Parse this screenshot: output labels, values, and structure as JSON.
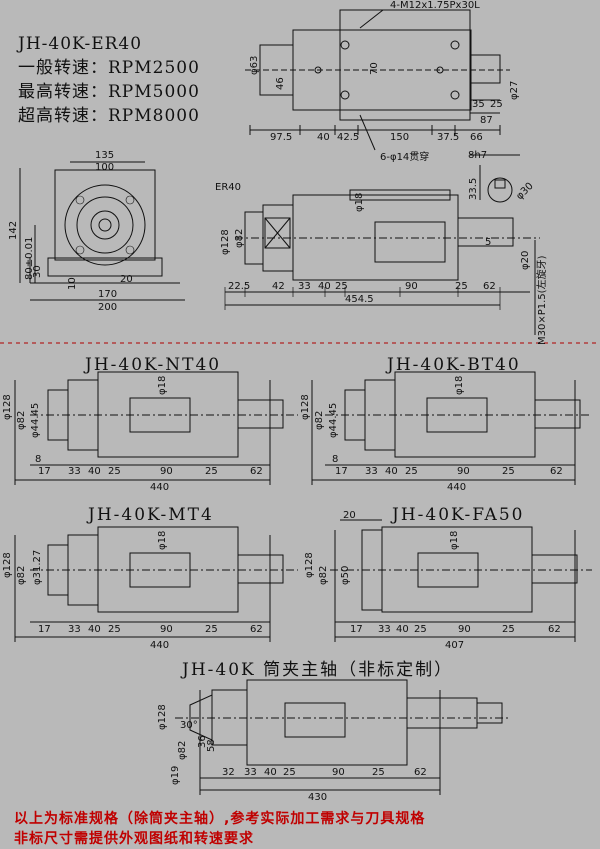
{
  "specs": {
    "model": "JH-40K-ER40",
    "general_speed": "一般转速：RPM2500",
    "max_speed": "最高转速：RPM5000",
    "super_speed": "超高转速：RPM8000"
  },
  "top_view": {
    "callout_thread": "4-M12x1.75Px30L",
    "callout_holes": "6-φ14贯穿",
    "dims": [
      "φ63",
      "46",
      "70",
      "35",
      "25",
      "φ27",
      "97.5",
      "40",
      "42.5",
      "150",
      "37.5",
      "87",
      "66"
    ]
  },
  "end_view": {
    "dims": [
      "135",
      "100",
      "142",
      "80±0.01",
      "30",
      "10",
      "20",
      "170",
      "200"
    ]
  },
  "key_section": {
    "dims": [
      "8h7",
      "33.5",
      "φ30",
      "5",
      "φ20",
      "M30×P1.5(左旋牙)"
    ]
  },
  "er40_side": {
    "label": "ER40",
    "dims": [
      "φ128",
      "φ82",
      "φ18",
      "22.5",
      "42",
      "33",
      "40",
      "25",
      "90",
      "25",
      "62",
      "454.5"
    ]
  },
  "variants": [
    {
      "title": "JH-40K-NT40",
      "dims": [
        "φ128",
        "φ82",
        "φ44.45",
        "φ18",
        "8",
        "17",
        "33",
        "40",
        "25",
        "90",
        "25",
        "62",
        "440"
      ]
    },
    {
      "title": "JH-40K-BT40",
      "dims": [
        "φ128",
        "φ82",
        "φ44.45",
        "φ18",
        "8",
        "17",
        "33",
        "40",
        "25",
        "90",
        "25",
        "62",
        "440"
      ]
    },
    {
      "title": "JH-40K-MT4",
      "dims": [
        "φ128",
        "φ82",
        "φ31.27",
        "φ18",
        "17",
        "33",
        "40",
        "25",
        "90",
        "25",
        "62",
        "440"
      ]
    },
    {
      "title": "JH-40K-FA50",
      "dims": [
        "φ128",
        "φ82",
        "φ50",
        "φ18",
        "20",
        "17",
        "33",
        "40",
        "25",
        "90",
        "25",
        "62",
        "407"
      ]
    }
  ],
  "collet_spindle": {
    "title": "JH-40K 筒夹主轴（非标定制）",
    "dims": [
      "φ128",
      "30°",
      "φ82",
      "φ19",
      "36",
      "58",
      "32",
      "33",
      "40",
      "25",
      "90",
      "25",
      "62",
      "430"
    ]
  },
  "footer": {
    "line1": "以上为标准规格（除筒夹主轴）,参考实际加工需求与刀具规格",
    "line2": "非标尺寸需提供外观图纸和转速要求"
  },
  "colors": {
    "background": "#b9b9b9",
    "line": "#111111",
    "note_red": "#c00000",
    "watermark": "#e9a87c"
  }
}
